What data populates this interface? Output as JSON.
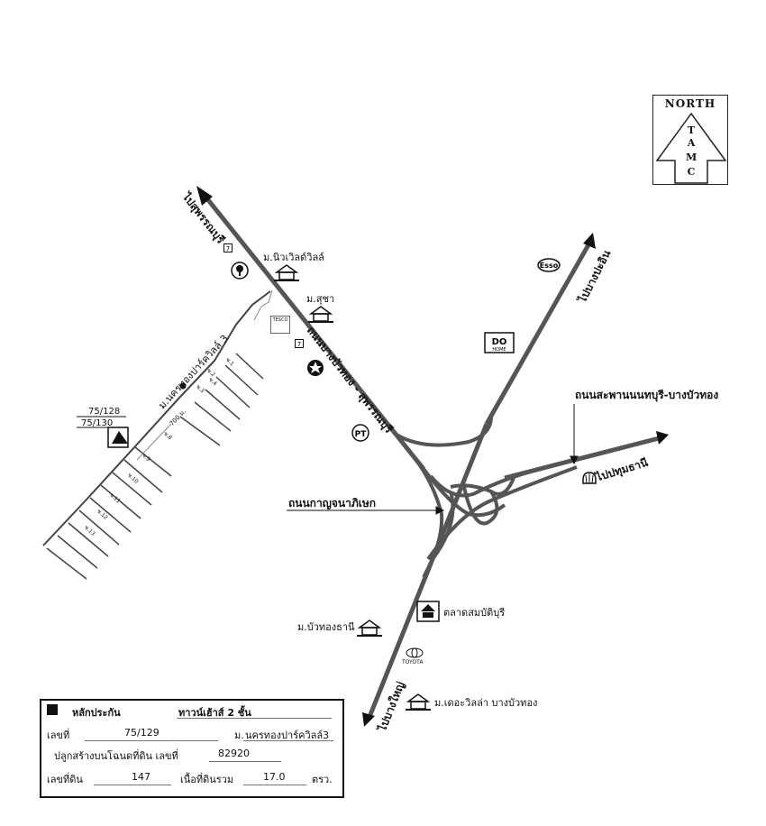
{
  "north_arrow": {
    "title": "NORTH",
    "letters": [
      "T",
      "A",
      "M",
      "C"
    ]
  },
  "roads": {
    "to_suphanburi": "ไปสุพรรณบุรี",
    "to_bang_pa_in": "ไปบางปะอิน",
    "to_pathum_thani": "ไปปทุมธานี",
    "to_bang_yai": "ไปบางใหญ่",
    "bang_bua_thong_suphan": "ถนนบางบัวทอง - สุพรรณบุรี",
    "saphan_nonthaburi": "ถนนสะพานนนทบุรี-บางบัวทอง",
    "kanchanaphisek": "ถนนกาญจนาภิเษก",
    "soi_nakhon_thong": "ม.นครทองปาร์ควิลล์ 3"
  },
  "places": {
    "new_villa": "ม.นิวเวิลด์วิลล์",
    "sucha": "ม.สุชา",
    "bua_thong_thani": "ม.บัวทองธานี",
    "the_villa": "ม.เดอะวิลล่า บางบัวทอง",
    "talad": "ตลาดสมบัติบุรี"
  },
  "brands": {
    "esso": "Esso",
    "toyota": "TOYOTA",
    "pt": "PT",
    "do_home": "DO HOME",
    "tesco": "TESCO"
  },
  "plots": {
    "upper": "75/128",
    "lower": "75/130",
    "distance": "700 ม."
  },
  "soi_numbers": [
    "ซ.1",
    "ซ.2",
    "ซ.3",
    "ซ.4",
    "ซ.8",
    "ซ.9",
    "ซ.10",
    "ซ.11",
    "ซ.12",
    "ซ.13"
  ],
  "info": {
    "heading": "หลักประกัน",
    "type": "ทาวน์เฮ้าส์ 2  ชั้น",
    "no_label": "เลขที่",
    "no_value": "75/129",
    "village_label": "ม.",
    "village_value": "นครทองปาร์ควิลล์3",
    "deed_label": "ปลูกสร้างบนโฉนดที่ดิน เลขที่",
    "deed_value": "82920",
    "land_label": "เลขที่ดิน",
    "land_value": "147",
    "area_label": "เนื้อที่ดินรวม",
    "area_value": "17.0",
    "unit": "ตรว."
  },
  "colors": {
    "road": "#555555",
    "ink": "#111111",
    "soi": "#333333"
  }
}
